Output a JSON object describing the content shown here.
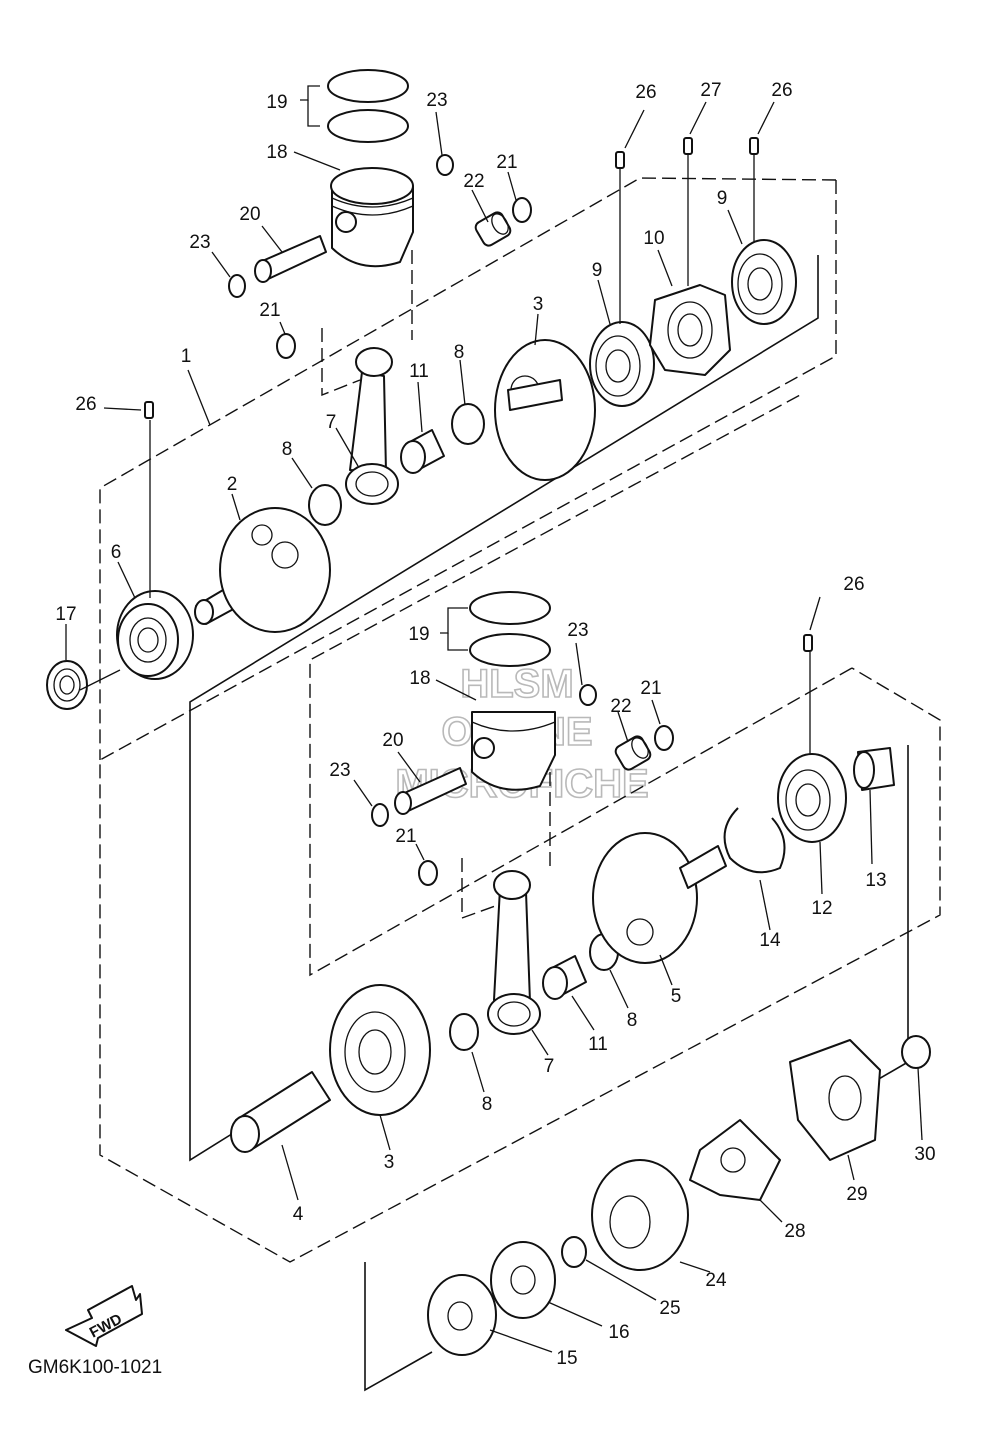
{
  "diagram_code": "GM6K100-1021",
  "fwd_label": "FWD",
  "watermark": [
    "HLSM",
    "ONLINE",
    "MICROFICHE"
  ],
  "callouts": {
    "upper": {
      "p1": "1",
      "p2": "2",
      "p3": "3",
      "p6": "6",
      "p7": "7",
      "p8a": "8",
      "p8b": "8",
      "p9a": "9",
      "p9b": "9",
      "p10": "10",
      "p11": "11",
      "p17": "17",
      "p18": "18",
      "p19": "19",
      "p20": "20",
      "p21a": "21",
      "p21b": "21",
      "p22": "22",
      "p23a": "23",
      "p23b": "23",
      "p26a": "26",
      "p26b": "26",
      "p26c": "26",
      "p27": "27"
    },
    "lower": {
      "p3": "3",
      "p4": "4",
      "p5": "5",
      "p7": "7",
      "p8a": "8",
      "p8b": "8",
      "p11": "11",
      "p12": "12",
      "p13": "13",
      "p14": "14",
      "p15": "15",
      "p16": "16",
      "p18": "18",
      "p19": "19",
      "p20": "20",
      "p21a": "21",
      "p21b": "21",
      "p22": "22",
      "p23a": "23",
      "p23b": "23",
      "p24": "24",
      "p25": "25",
      "p26": "26",
      "p28": "28",
      "p29": "29",
      "p30": "30"
    }
  }
}
